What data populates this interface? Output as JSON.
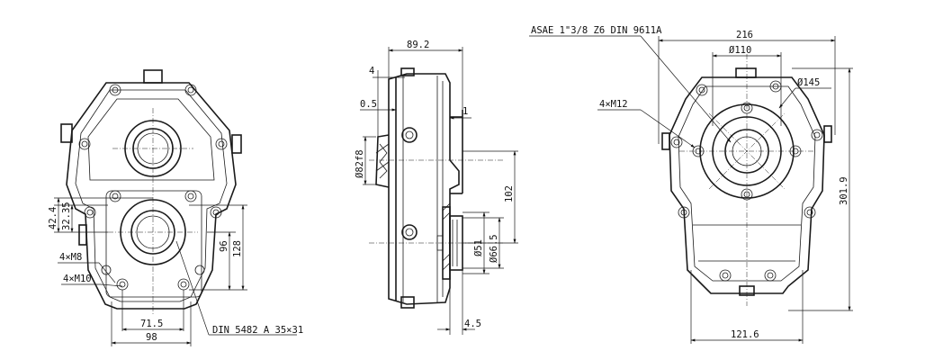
{
  "drawing": {
    "views": [
      {
        "name": "front-view",
        "dimensions": [
          "42.4",
          "32.35",
          "96",
          "128",
          "71.5",
          "98"
        ],
        "callouts": [
          "4×M8",
          "4×M10",
          "DIN 5482 A 35×31"
        ]
      },
      {
        "name": "side-view",
        "dimensions": [
          "89.2",
          "4",
          "0.5",
          "1",
          "Ø82f8",
          "102",
          "Ø51",
          "Ø66.5",
          "4.5"
        ]
      },
      {
        "name": "rear-view",
        "dimensions": [
          "216",
          "Ø110",
          "Ø145",
          "301.9",
          "121.6"
        ],
        "callouts": [
          "ASAE 1\"3/8 Z6 DIN 9611A",
          "4×M12"
        ]
      }
    ]
  }
}
